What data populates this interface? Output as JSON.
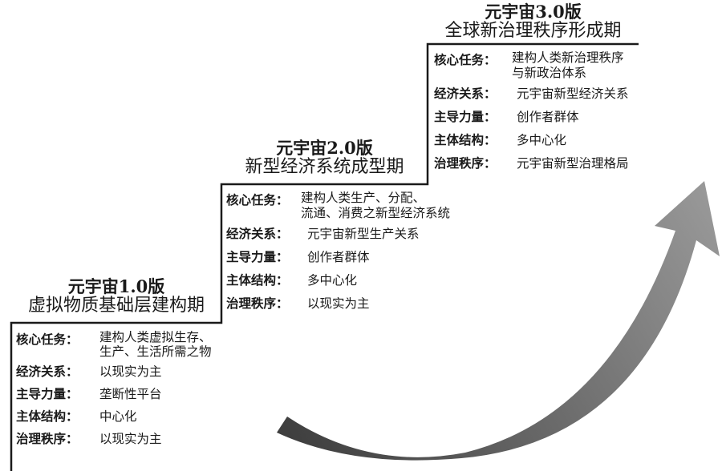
{
  "stages": [
    {
      "version": "元宇宙1.0版",
      "name": "虚拟物质基础层建构期",
      "items": [
        {
          "key": "核心任务：",
          "value": "建构人类虚拟生存、\n生产、生活所需之物"
        },
        {
          "key": "经济关系：",
          "value": "以现实为主"
        },
        {
          "key": "主导力量：",
          "value": "垄断性平台"
        },
        {
          "key": "主体结构：",
          "value": "中心化"
        },
        {
          "key": "治理秩序：",
          "value": "以现实为主"
        }
      ]
    },
    {
      "version": "元宇宙2.0版",
      "name": "新型经济系统成型期",
      "items": [
        {
          "key": "核心任务：",
          "value": "建构人类生产、分配、\n流通、消费之新型经济系统"
        },
        {
          "key": "经济关系：",
          "value": "元宇宙新型生产关系"
        },
        {
          "key": "主导力量：",
          "value": "创作者群体"
        },
        {
          "key": "主体结构：",
          "value": "多中心化"
        },
        {
          "key": "治理秩序：",
          "value": "以现实为主"
        }
      ]
    },
    {
      "version": "元宇宙3.0版",
      "name": "全球新治理秩序形成期",
      "items": [
        {
          "key": "核心任务：",
          "value": "建构人类新治理秩序\n与新政治体系"
        },
        {
          "key": "经济关系：",
          "value": "元宇宙新型经济关系"
        },
        {
          "key": "主导力量：",
          "value": "创作者群体"
        },
        {
          "key": "主体结构：",
          "value": "多中心化"
        },
        {
          "key": "治理秩序：",
          "value": "元宇宙新型治理格局"
        }
      ]
    }
  ],
  "colors": {
    "stair_line": "#1a1a1a",
    "arrow_dark": "#3f3f3f",
    "arrow_light": "#9a9a9a"
  }
}
